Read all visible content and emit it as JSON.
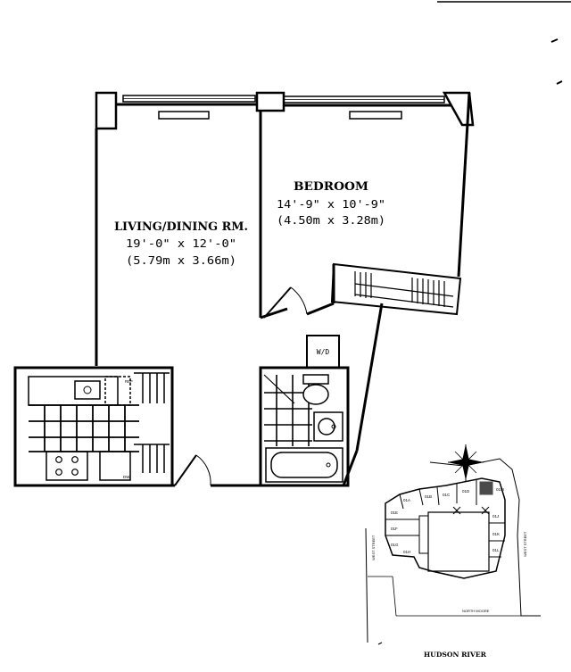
{
  "rooms": {
    "bedroom": {
      "name": "BEDROOM",
      "dims_ft": "14'-9\" x 10'-9\"",
      "dims_m": "(4.50m x 3.28m)"
    },
    "living": {
      "name": "LIVING/DINING RM.",
      "dims_ft": "19'-0\" x 12'-0\"",
      "dims_m": "(5.79m x 3.66m)"
    },
    "laundry": {
      "label": "W/D"
    }
  },
  "kitchen": {
    "fridge_label": "REF",
    "dishwasher_label": "DW"
  },
  "key_plan": {
    "river_label": "HUDSON RIVER",
    "unit_tags": [
      "01A",
      "01B",
      "01C",
      "01D",
      "01E",
      "01F",
      "01G",
      "01H",
      "01J",
      "01K",
      "01L",
      "01M"
    ],
    "street_left": "WEST STREET",
    "street_right": "WEST STREET",
    "street_bottom": "NORTH MOORE"
  },
  "colors": {
    "ink": "#000000",
    "paper": "#ffffff"
  }
}
